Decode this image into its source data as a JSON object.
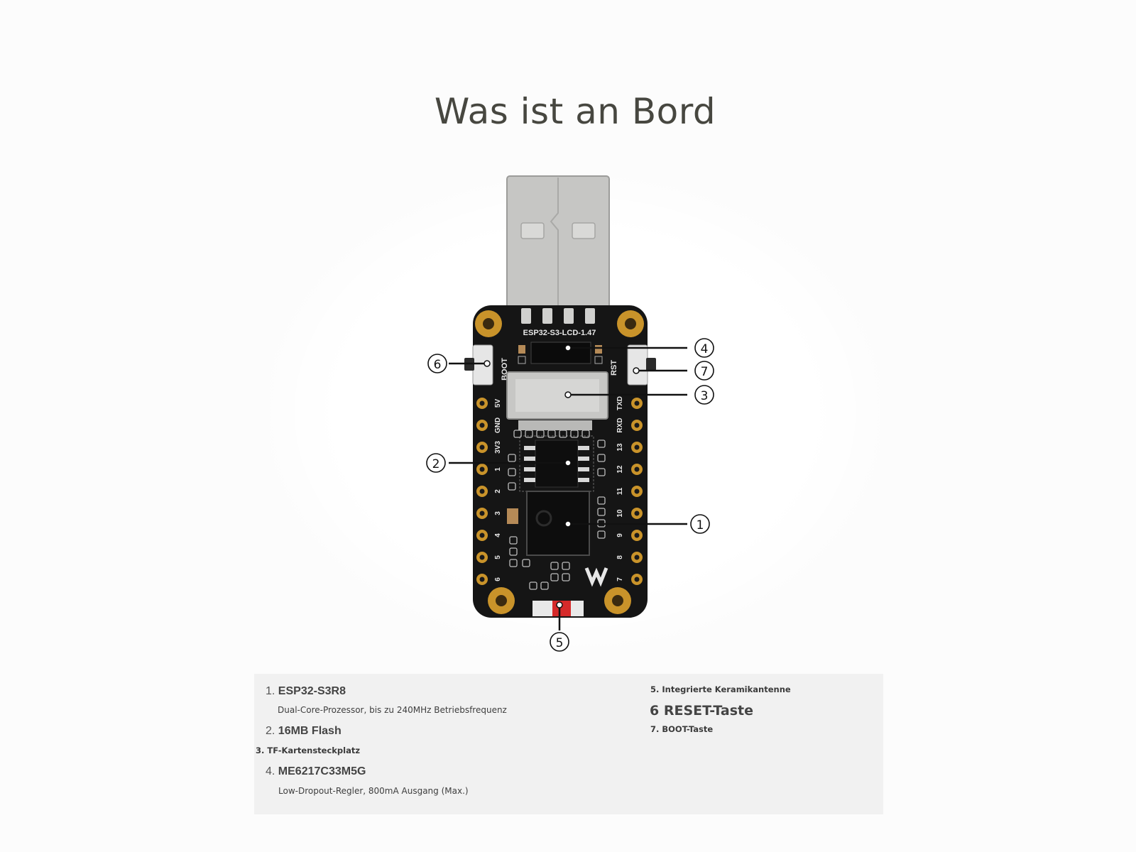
{
  "title": "Was ist an Bord",
  "board": {
    "model_label": "ESP32-S3-LCD-1.47",
    "labels": {
      "boot": "BOOT",
      "rst": "RST",
      "left_pins": [
        "5V",
        "GND",
        "3V3",
        "1",
        "2",
        "3",
        "4",
        "5",
        "6"
      ],
      "right_pins": [
        "TXD",
        "RXD",
        "13",
        "12",
        "11",
        "10",
        "9",
        "8",
        "7"
      ]
    }
  },
  "callouts": [
    "1",
    "2",
    "3",
    "4",
    "5",
    "6",
    "7"
  ],
  "legend": {
    "item1": {
      "num": "1.",
      "name": "ESP32-S3R8",
      "desc": "Dual-Core-Prozessor, bis zu 240MHz Betriebsfrequenz"
    },
    "item2": {
      "num": "2.",
      "name": "16MB Flash"
    },
    "item3": {
      "text": "3. TF-Kartensteckplatz"
    },
    "item4": {
      "num": "4.",
      "name": "ME6217C33M5G",
      "desc": "Low-Dropout-Regler, 800mA Ausgang (Max.)"
    },
    "item5": {
      "text": "5. Integrierte Keramikantenne"
    },
    "item6": {
      "text": "6 RESET-Taste"
    },
    "item7": {
      "text": "7. BOOT-Taste"
    }
  },
  "colors": {
    "background": "#fcfcfc",
    "pcb": "#151515",
    "gold": "#c9932a",
    "antenna": "#d62a2a",
    "legend_bg": "#f1f1f1"
  }
}
